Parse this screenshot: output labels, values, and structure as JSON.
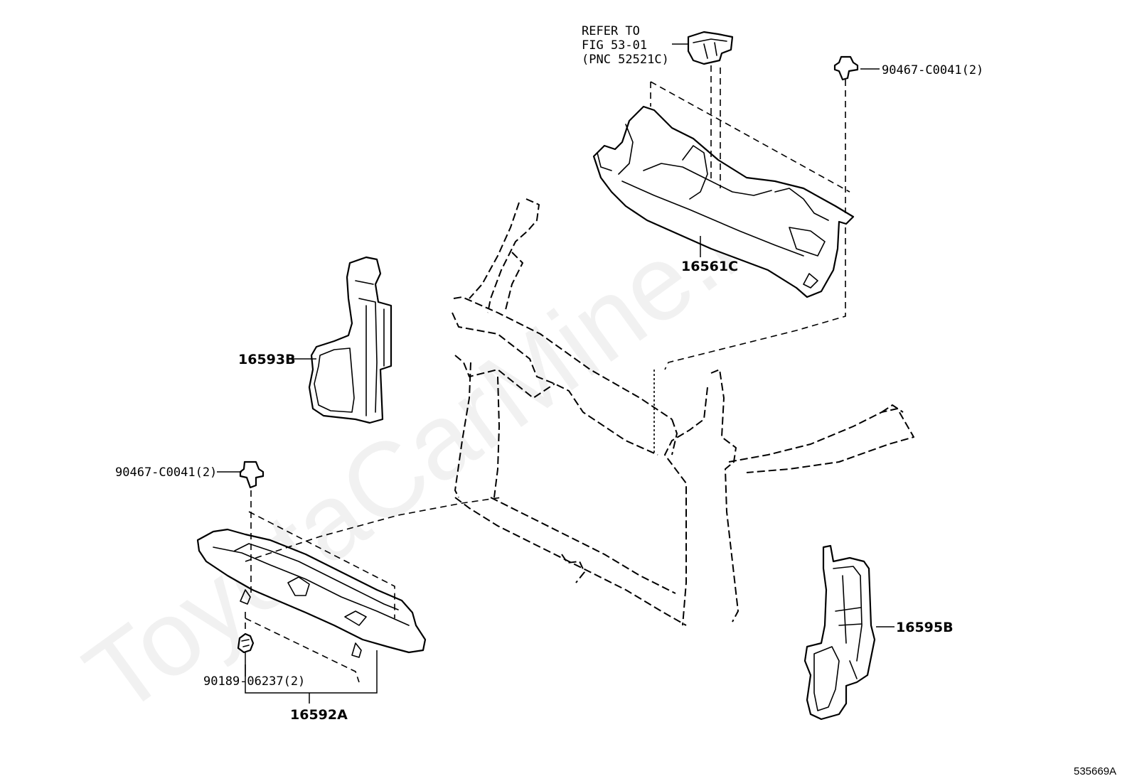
{
  "watermark": "ToyotaCarMine.ru",
  "figure_number": "535669A",
  "callouts": {
    "refer_line1": "REFER TO",
    "refer_line2": "FIG 53-01",
    "refer_line3": "(PNC 52521C)",
    "clip_top_right": "90467-C0041(2)",
    "clip_left": "90467-C0041(2)",
    "part_16561C": "16561C",
    "part_16593B": "16593B",
    "part_16595B": "16595B",
    "part_16592A": "16592A",
    "clip_bottom": "90189-06237(2)"
  }
}
